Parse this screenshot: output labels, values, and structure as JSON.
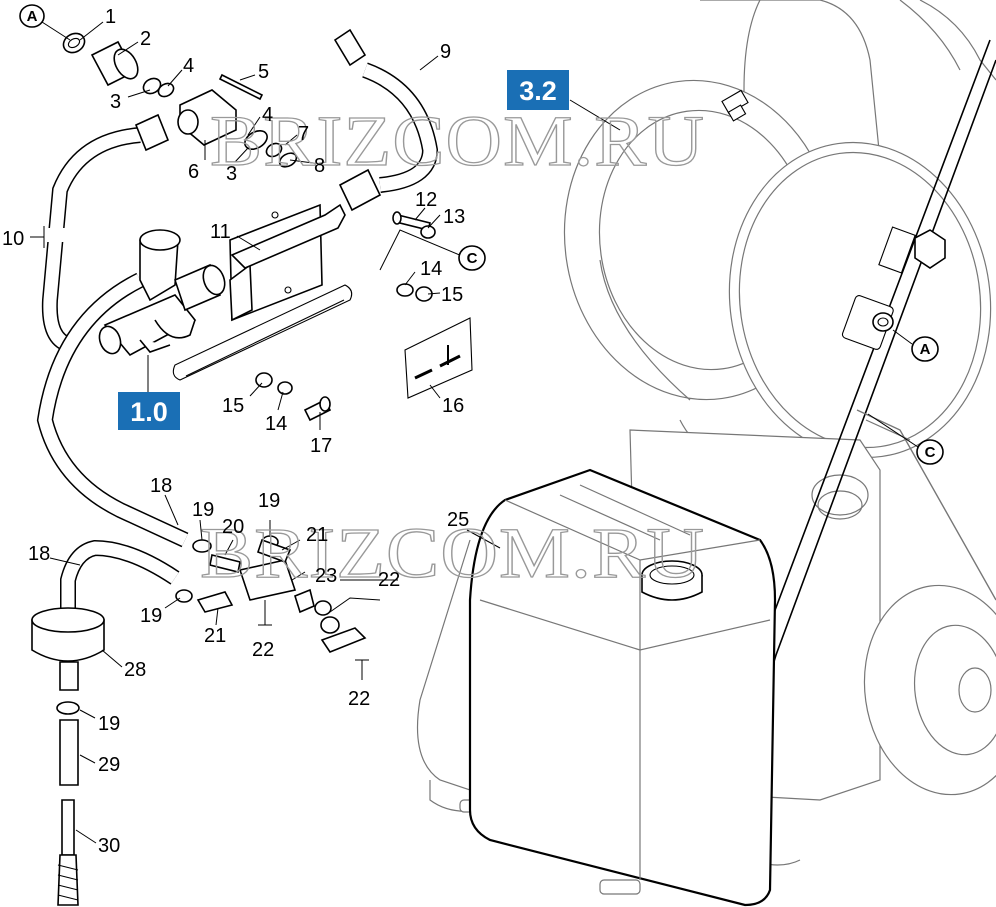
{
  "sections": [
    {
      "label": "3.2",
      "color": "#1a6fb5"
    },
    {
      "label": "1.0",
      "color": "#1a6fb5"
    }
  ],
  "references": [
    "A",
    "C",
    "A",
    "C"
  ],
  "watermark": [
    "BRIZCOM.RU",
    "BRIZCOM.RU"
  ],
  "callouts": [
    "1",
    "2",
    "3",
    "4",
    "5",
    "4",
    "7",
    "6",
    "3",
    "8",
    "9",
    "10",
    "11",
    "12",
    "13",
    "14",
    "15",
    "16",
    "15",
    "14",
    "17",
    "18",
    "19",
    "19",
    "20",
    "21",
    "23",
    "22",
    "18",
    "19",
    "21",
    "22",
    "22",
    "25",
    "28",
    "19",
    "29",
    "30"
  ]
}
